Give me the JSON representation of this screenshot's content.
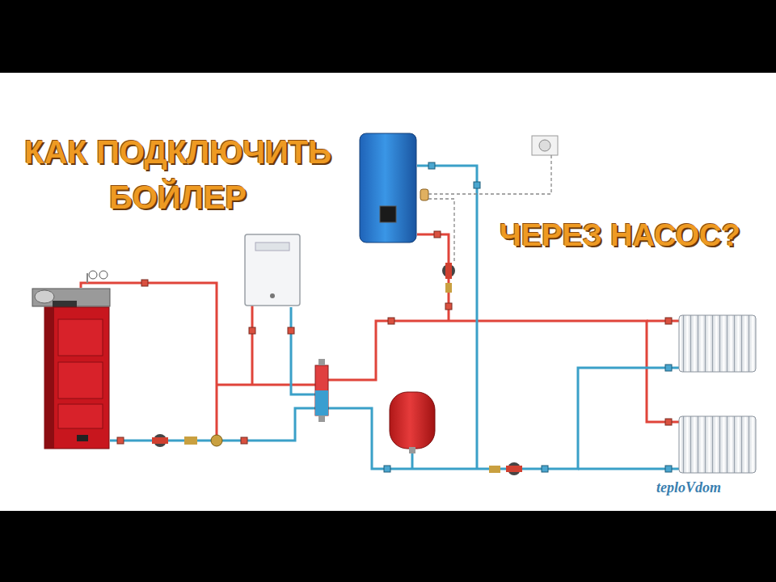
{
  "diagram": {
    "title": "КАК ПОДКЛЮЧИТЬ БОЙЛЕР",
    "labels": [
      "ЧЕРЕЗ НАСОС?",
      "teploVdom"
    ]
  }
}
